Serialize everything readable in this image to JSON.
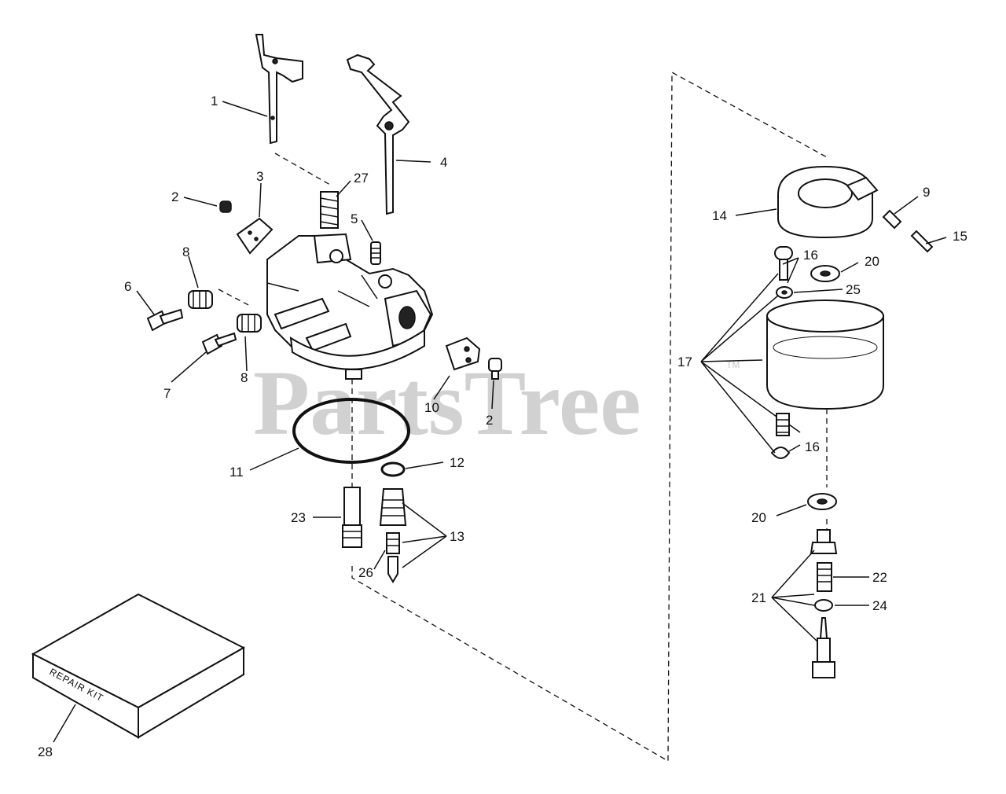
{
  "diagram": {
    "watermark": "PartsTree",
    "watermark_tm": "TM",
    "repair_kit_label": "REPAIR KIT",
    "callouts": [
      {
        "id": "c1",
        "label": "1"
      },
      {
        "id": "c2a",
        "label": "2"
      },
      {
        "id": "c3",
        "label": "3"
      },
      {
        "id": "c27",
        "label": "27"
      },
      {
        "id": "c4",
        "label": "4"
      },
      {
        "id": "c5",
        "label": "5"
      },
      {
        "id": "c8a",
        "label": "8"
      },
      {
        "id": "c6",
        "label": "6"
      },
      {
        "id": "c7",
        "label": "7"
      },
      {
        "id": "c8b",
        "label": "8"
      },
      {
        "id": "c10",
        "label": "10"
      },
      {
        "id": "c2b",
        "label": "2"
      },
      {
        "id": "c11",
        "label": "11"
      },
      {
        "id": "c12",
        "label": "12"
      },
      {
        "id": "c13",
        "label": "13"
      },
      {
        "id": "c23",
        "label": "23"
      },
      {
        "id": "c26",
        "label": "26"
      },
      {
        "id": "c28",
        "label": "28"
      },
      {
        "id": "c14",
        "label": "14"
      },
      {
        "id": "c9",
        "label": "9"
      },
      {
        "id": "c15",
        "label": "15"
      },
      {
        "id": "c16a",
        "label": "16"
      },
      {
        "id": "c20a",
        "label": "20"
      },
      {
        "id": "c25",
        "label": "25"
      },
      {
        "id": "c17",
        "label": "17"
      },
      {
        "id": "c16b",
        "label": "16"
      },
      {
        "id": "c20b",
        "label": "20"
      },
      {
        "id": "c22",
        "label": "22"
      },
      {
        "id": "c21",
        "label": "21"
      },
      {
        "id": "c24",
        "label": "24"
      }
    ]
  }
}
